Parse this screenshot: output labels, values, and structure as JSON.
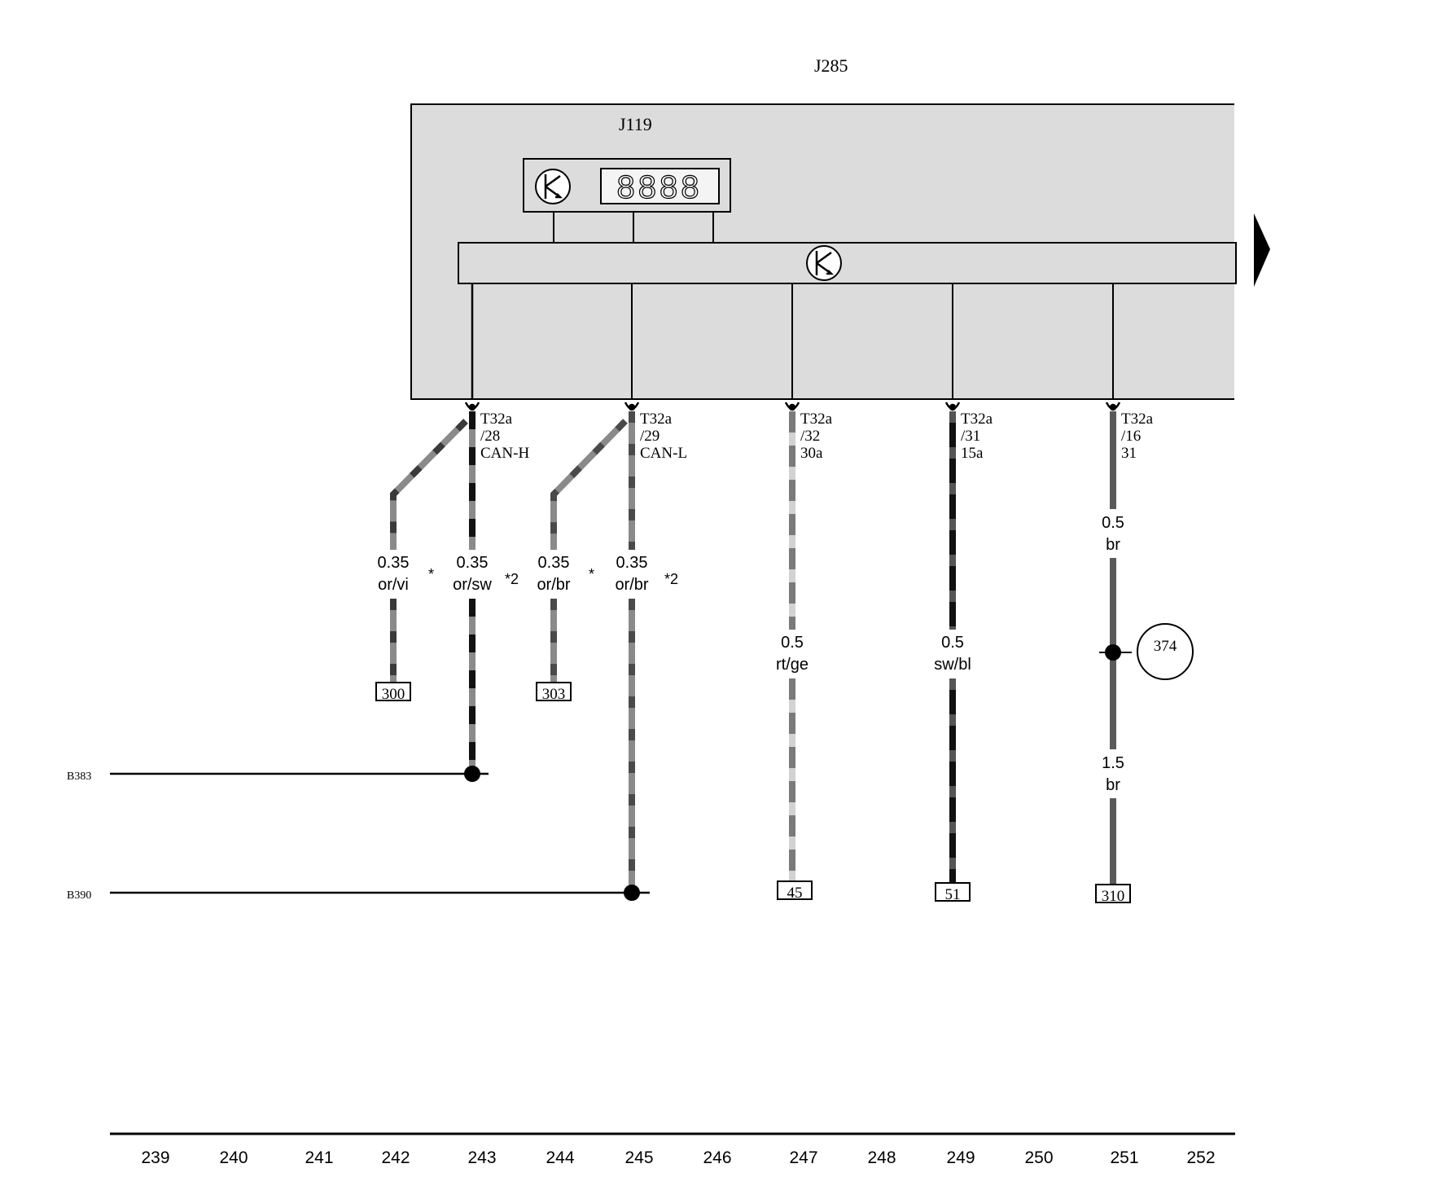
{
  "components": {
    "outer": "J285",
    "inner": "J119",
    "display_digits": "8888"
  },
  "connectors": [
    {
      "connector": "T32a",
      "pin": "/28",
      "signal": "CAN-H"
    },
    {
      "connector": "T32a",
      "pin": "/29",
      "signal": "CAN-L"
    },
    {
      "connector": "T32a",
      "pin": "/32",
      "signal": "30a"
    },
    {
      "connector": "T32a",
      "pin": "/31",
      "signal": "15a"
    },
    {
      "connector": "T32a",
      "pin": "/16",
      "signal": "31"
    }
  ],
  "wire_labels": [
    {
      "size": "0.35",
      "color": "or/vi"
    },
    {
      "size": "0.35",
      "color": "or/sw"
    },
    {
      "size": "0.35",
      "color": "or/br"
    },
    {
      "size": "0.35",
      "color": "or/br"
    },
    {
      "size": "0.5",
      "color": "rt/ge"
    },
    {
      "size": "0.5",
      "color": "sw/bl"
    },
    {
      "size": "0.5",
      "color": "br"
    },
    {
      "size": "1.5",
      "color": "br"
    }
  ],
  "markers": [
    "*",
    "*2",
    "*",
    "*2"
  ],
  "references": [
    "300",
    "303",
    "45",
    "51",
    "310"
  ],
  "ground_point": "374",
  "bus_lines": [
    "B383",
    "B390"
  ],
  "track_numbers": [
    "239",
    "240",
    "241",
    "242",
    "243",
    "244",
    "245",
    "246",
    "247",
    "248",
    "249",
    "250",
    "251",
    "252"
  ],
  "colors": {
    "housing_fill": "#dcdcdc",
    "line": "#000000",
    "wire_orange_light": "#8a8a8a",
    "wire_dark": "#3a3a3a",
    "wire_brown": "#5a5a5a",
    "wire_light": "#cccccc"
  }
}
